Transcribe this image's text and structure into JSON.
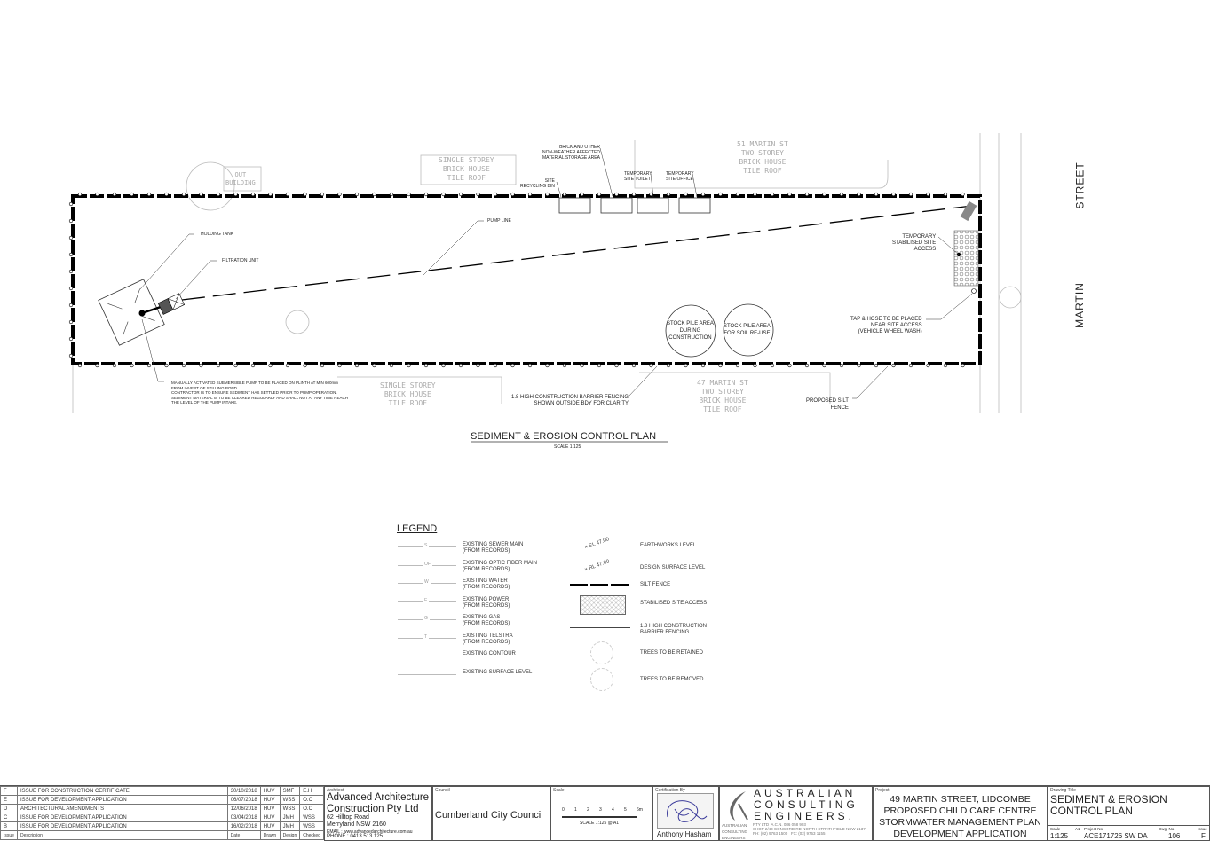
{
  "plan": {
    "title": "SEDIMENT & EROSION CONTROL PLAN",
    "scale": "SCALE 1:125",
    "street_name": [
      "STREET",
      "MARTIN"
    ],
    "neighbours": {
      "out_building": "OUT\nBUILDING",
      "north_single": "SINGLE STOREY\nBRICK HOUSE\nTILE ROOF",
      "north_51": "51 MARTIN ST\nTWO STOREY\nBRICK HOUSE\nTILE ROOF",
      "south_single": "SINGLE STOREY\nBRICK HOUSE\nTILE ROOF",
      "south_47": "47 MARTIN ST\nTWO STOREY\nBRICK HOUSE\nTILE ROOF"
    },
    "annotations": {
      "holding_tank": "HOLDING TANK",
      "filtration_unit": "FILTRATION UNIT",
      "pump_line": "PUMP LINE",
      "storage": "BRICK AND OTHER\nNON-WEATHER AFFECTED\nMATERIAL STORAGE AREA",
      "recycling": "SITE\nRECYCLING BIN",
      "toilet": "TEMPORARY\nSITE TOILET",
      "office": "TEMPORARY\nSITE OFFICE",
      "site_access": "TEMPORARY\nSTABILISED SITE\nACCESS",
      "tap_hose": "TAP & HOSE TO BE PLACED\nNEAR SITE ACCESS\n(VEHICLE WHEEL WASH)",
      "stockpile_1": "STOCK PILE AREA\nDURING\nCONSTRUCTION",
      "stockpile_2": "STOCK PILE AREA\nFOR SOIL RE-USE",
      "barrier_fencing": "1.8 HIGH CONSTRUCTION BARRIER FENCING\nSHOWN OUTSIDE BDY FOR CLARITY",
      "silt_fence": "PROPOSED SILT\nFENCE",
      "pump_note": "MANUALLY ACTIVATED SUBMERSIBLE PUMP TO BE PLACED ON PLINTH AT MIN 600mm\nFROM INVERT OF STILLING POND.\nCONTRACTOR IS TO ENSURE SEDIMENT HAS SETTLED PRIOR TO PUMP OPERATION.\nSEDIMENT MATERIAL IS TO BE CLEARED REGULARLY AND SHALL NOT AT ANY TIME REACH\nTHE LEVEL OF THE PUMP INTAKE."
    }
  },
  "legend": {
    "title": "LEGEND",
    "left": [
      {
        "symbol": "S",
        "label": "EXISTING SEWER MAIN\n(FROM RECORDS)"
      },
      {
        "symbol": "OF",
        "label": "EXISTING OPTIC FIBER MAIN\n(FROM RECORDS)"
      },
      {
        "symbol": "W",
        "label": "EXISTING WATER\n(FROM RECORDS)"
      },
      {
        "symbol": "E",
        "label": "EXISTING POWER\n(FROM RECORDS)"
      },
      {
        "symbol": "G",
        "label": "EXISTING GAS\n(FROM RECORDS)"
      },
      {
        "symbol": "T",
        "label": "EXISTING TELSTRA\n(FROM RECORDS)"
      },
      {
        "symbol": "",
        "label": "EXISTING CONTOUR"
      },
      {
        "symbol": "",
        "label": "EXISTING SURFACE LEVEL"
      }
    ],
    "right": [
      {
        "symbol": "× EL 47.00",
        "label": "EARTHWORKS LEVEL"
      },
      {
        "symbol": "× RL 47.00",
        "label": "DESIGN SURFACE LEVEL"
      },
      {
        "symbol": "",
        "label": "SILT FENCE"
      },
      {
        "symbol": "",
        "label": "STABILISED SITE ACCESS"
      },
      {
        "symbol": "",
        "label": "1.8 HIGH CONSTRUCTION\nBARRIER FENCING"
      },
      {
        "symbol": "",
        "label": "TREES TO BE RETAINED"
      },
      {
        "symbol": "",
        "label": "TREES TO BE REMOVED"
      }
    ]
  },
  "title_block": {
    "revisions": [
      {
        "issue": "F",
        "description": "ISSUE FOR CONSTRUCTION CERTIFICATE",
        "date": "30/10/2018",
        "drawn": "HUV",
        "design": "SMF",
        "checked": "E.H"
      },
      {
        "issue": "E",
        "description": "ISSUE FOR DEVELOPMENT APPLICATION",
        "date": "06/07/2018",
        "drawn": "HUV",
        "design": "WSS",
        "checked": "O.C"
      },
      {
        "issue": "D",
        "description": "ARCHITECTURAL AMENDMENTS",
        "date": "12/06/2018",
        "drawn": "HUV",
        "design": "WSS",
        "checked": "O.C"
      },
      {
        "issue": "C",
        "description": "ISSUE FOR DEVELOPMENT APPLICATION",
        "date": "03/04/2018",
        "drawn": "HUV",
        "design": "JMH",
        "checked": "WSS"
      },
      {
        "issue": "B",
        "description": "ISSUE FOR DEVELOPMENT APPLICATION",
        "date": "16/02/2018",
        "drawn": "HUV",
        "design": "JMH",
        "checked": "WSS"
      }
    ],
    "rev_headers": {
      "issue": "Issue",
      "description": "Description",
      "date": "Date",
      "drawn": "Drawn",
      "design": "Design",
      "checked": "Checked"
    },
    "architect": {
      "label": "Architect",
      "name": "Advanced Architecture\nConstruction Pty Ltd",
      "address1": "62 Hilltop Road",
      "address2": "Merryland NSW 2160",
      "email": "EMAIL : www.advancedarchitecture.com.au",
      "phone": "PHONE : 0413 513 125"
    },
    "council": {
      "label": "Council",
      "name": "Cumberland City Council"
    },
    "scale": {
      "label": "Scale",
      "ticks": [
        "0",
        "1",
        "2",
        "3",
        "4",
        "5",
        "6m"
      ],
      "caption": "SCALE 1:125 @ A1"
    },
    "certification": {
      "label": "Certification By",
      "name": "Anthony Hasham"
    },
    "company": {
      "name": [
        "AUSTRALIAN",
        "CONSULTING",
        "ENGINEERS."
      ],
      "small": "AUSTRALIAN\nCONSULTING\nENGINEERS",
      "details": "PTY LTD  A.C.N. 086 058 903\nSHOP 2/43 CONCORD RD NORTH STRATHFIELD NSW 2137\nPH: (02) 9763 1500   FX: (02) 9763 1155"
    },
    "project": {
      "label": "Project",
      "lines": [
        "49 MARTIN STREET, LIDCOMBE",
        "PROPOSED CHILD CARE CENTRE",
        "STORMWATER MANAGEMENT PLAN",
        "DEVELOPMENT APPLICATION"
      ]
    },
    "drawing_title": {
      "label": "Drawing Title",
      "text": "SEDIMENT & EROSION\nCONTROL PLAN"
    },
    "meta": {
      "scale_label": "Scale",
      "sheet": "A1",
      "scale": "1:125",
      "project_no_label": "Project No.",
      "project_no": "ACE171726 SW DA",
      "dwg_no_label": "Dwg. No.",
      "dwg_no": "106",
      "issue_label": "Issue",
      "issue": "F"
    }
  }
}
